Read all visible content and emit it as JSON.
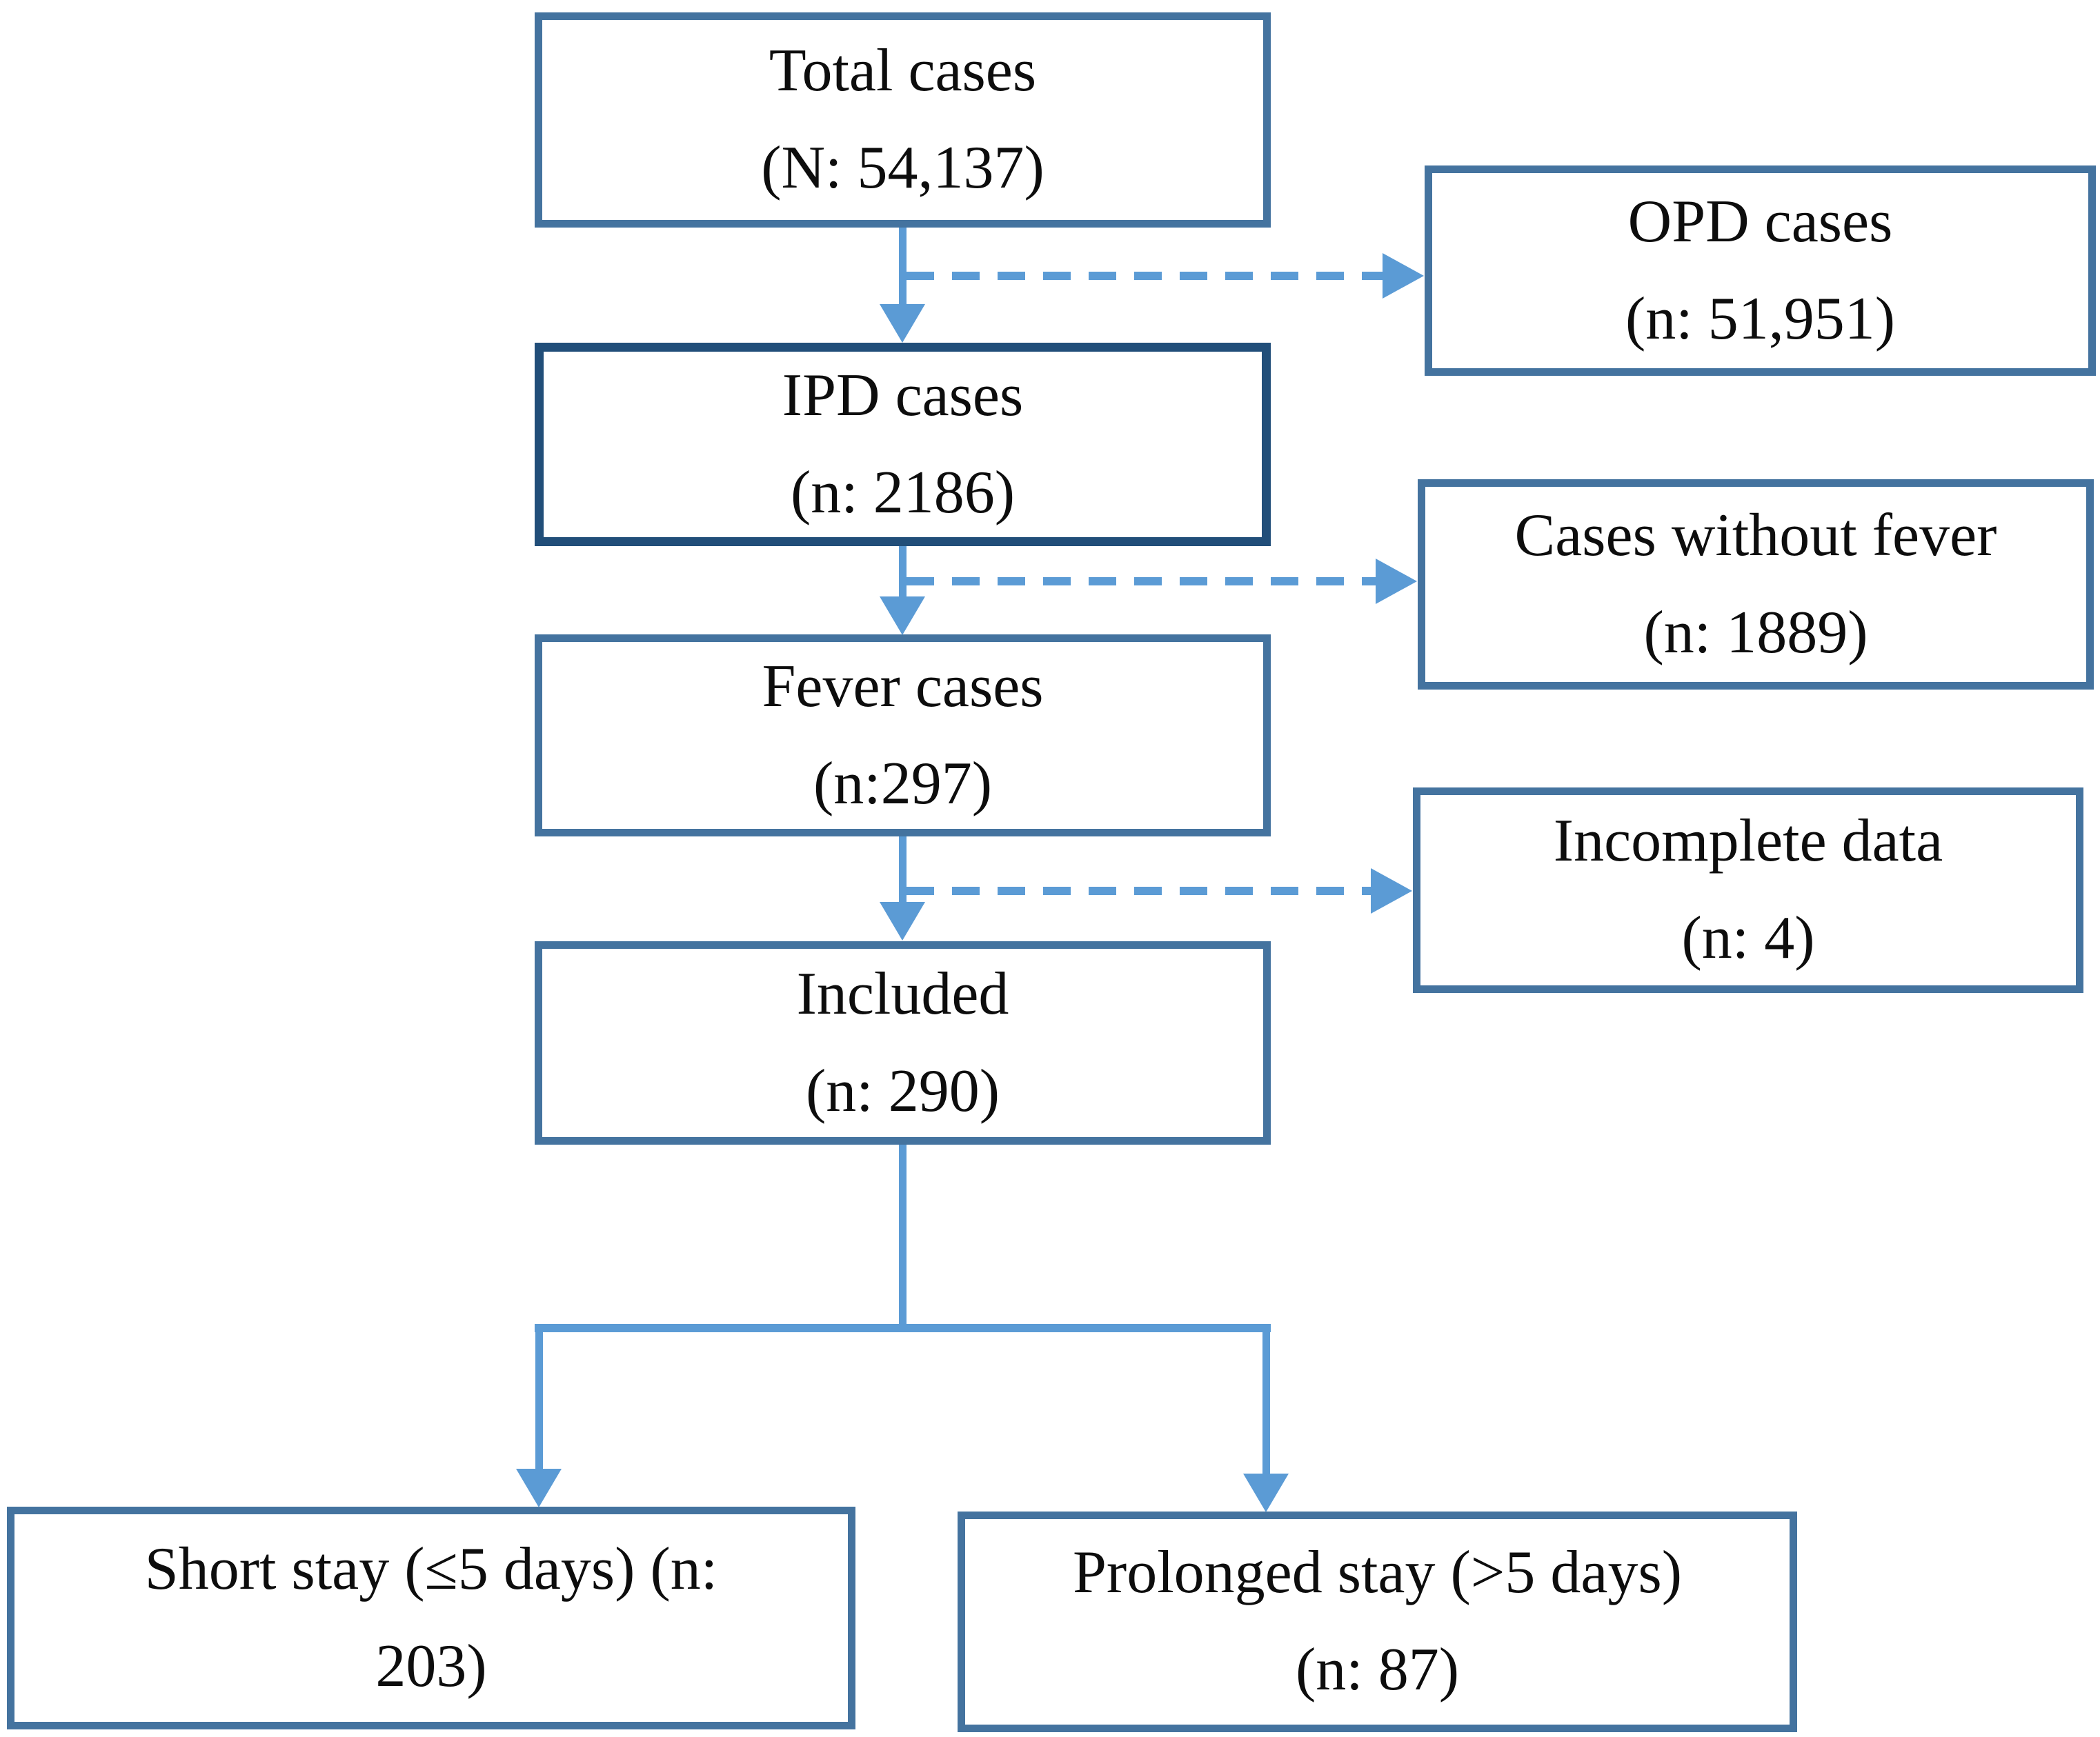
{
  "figure": {
    "kind": "patient-flow-diagram"
  },
  "colors": {
    "arrow": "#5b9bd5",
    "box_border": "#44739f",
    "box_border_dark": "#214e79",
    "text": "#0d0d0d",
    "background": "#ffffff"
  },
  "boxes": {
    "total": {
      "line1": "Total cases",
      "line2": "(N: 54,137)"
    },
    "opd": {
      "line1": "OPD cases",
      "line2": "(n: 51,951)"
    },
    "ipd": {
      "line1": "IPD cases",
      "line2": "(n: 2186)"
    },
    "no_fever": {
      "line1": "Cases without fever",
      "line2": "(n: 1889)"
    },
    "fever": {
      "line1": "Fever cases",
      "line2": "(n:297)"
    },
    "incomplete": {
      "line1": "Incomplete data",
      "line2": "(n: 4)"
    },
    "included": {
      "line1": "Included",
      "line2": "(n: 290)"
    },
    "short_stay": {
      "line1": "Short stay (≤5 days) (n:",
      "line2": "203)"
    },
    "prolonged": {
      "line1": "Prolonged stay (>5 days)",
      "line2": "(n: 87)"
    }
  }
}
